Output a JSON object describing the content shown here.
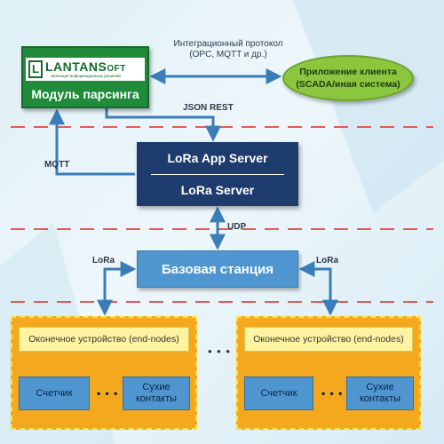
{
  "parsing_module": {
    "logo_letter": "L",
    "logo_name_main": "LANTANS",
    "logo_name_suffix": "OFT",
    "logo_tagline": "эволюция информационных решений",
    "title": "Модуль парсинга"
  },
  "client_app": {
    "line1": "Приложение клиента",
    "line2": "(SCADA/иная система)"
  },
  "integration": {
    "line1": "Интеграционный протокол",
    "line2": "(OPC, MQTT и др.)"
  },
  "labels": {
    "json_rest": "JSON REST",
    "mqtt": "MQTT",
    "udp": "UDP",
    "lora_left": "LoRa",
    "lora_right": "LoRa"
  },
  "server": {
    "app_server": "LoRa App Server",
    "lora_server": "LoRa Server"
  },
  "base_station": "Базовая станция",
  "node_groups": [
    {
      "end_node": "Оконечное устройство (end-nodes)",
      "meter": "Счетчик",
      "contacts_line1": "Сухие",
      "contacts_line2": "контакты",
      "dots": "• • •"
    },
    {
      "end_node": "Оконечное устройство (end-nodes)",
      "meter": "Счетчик",
      "contacts_line1": "Сухие",
      "contacts_line2": "контакты",
      "dots": "• • •"
    }
  ],
  "between_groups": "• • •",
  "colors": {
    "parsing_green": "#1f8b3b",
    "client_green": "#8cc63f",
    "server_navy": "#1e3b6e",
    "base_blue": "#4f96d1",
    "node_orange": "#f4a81d",
    "separator_red": "#e05a5a",
    "arrow_blue": "#3a7db8"
  }
}
